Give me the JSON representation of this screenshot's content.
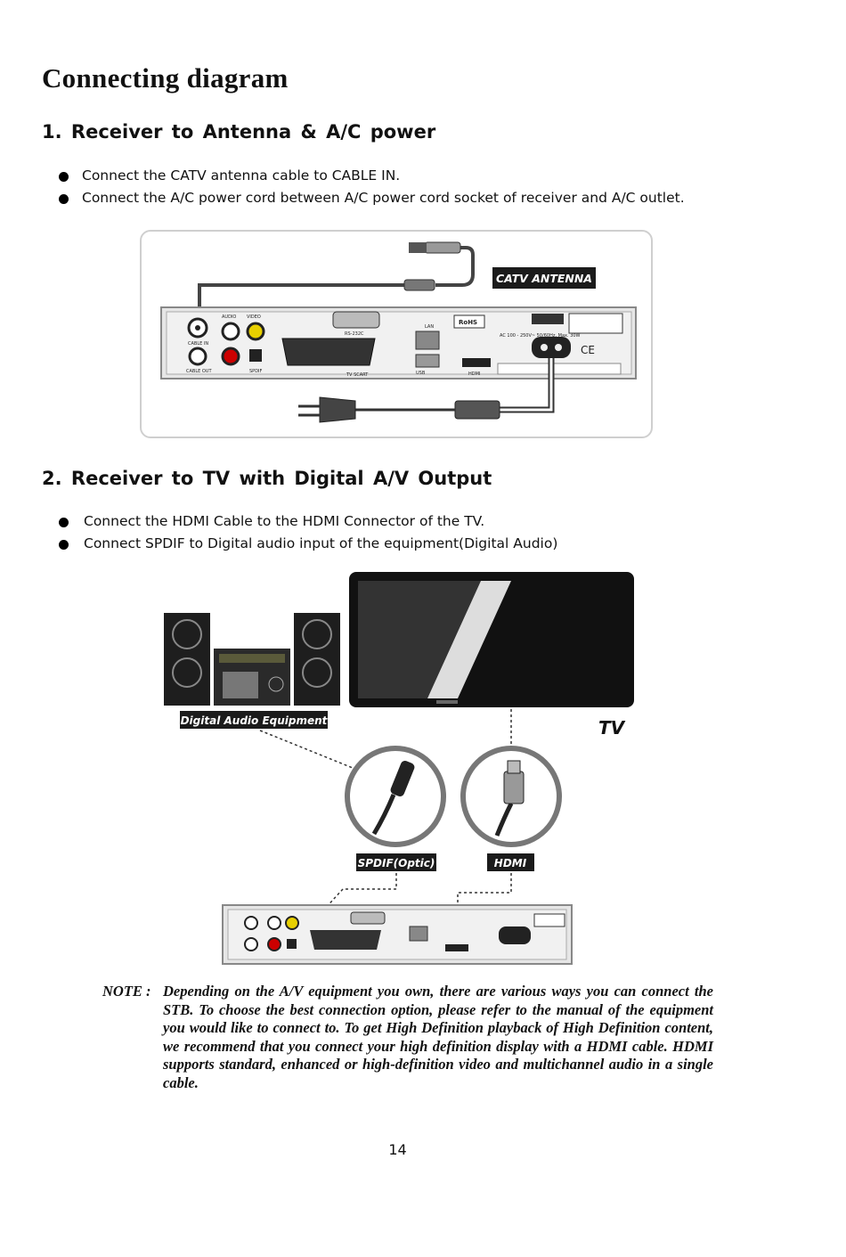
{
  "page": {
    "title": "Connecting  diagram",
    "page_number": "14"
  },
  "section1": {
    "heading": "1. Receiver  to  Antenna & A/C  power",
    "bullets": [
      "Connect the CATV antenna cable to CABLE IN.",
      "Connect the A/C power cord between A/C power cord socket of receiver and A/C outlet."
    ],
    "figure": {
      "antenna_label": "CATV ANTENNA",
      "panel_labels": {
        "audio": "AUDIO",
        "video": "VIDEO",
        "cable_in": "CABLE IN",
        "cable_out": "CABLE OUT",
        "spdif": "SPDIF",
        "rs232c": "RS-232C",
        "tv_scart": "TV SCART",
        "lan": "LAN",
        "usb": "USB",
        "hdmi": "HDMI",
        "rohs": "RoHS",
        "ac": "AC 100 - 250V~ 50/60Hz, Max. 30W",
        "ce": "CE"
      }
    }
  },
  "section2": {
    "heading": "2. Receiver  to  TV  with  Digital  A/V  Output",
    "bullets": [
      "Connect the HDMI Cable to the HDMI Connector of the TV.",
      "Connect SPDIF to Digital audio input of the equipment(Digital Audio)"
    ],
    "figure": {
      "audio_equipment_label": "Digital Audio Equipment",
      "tv_label": "TV",
      "spdif_label": "SPDIF(Optic)",
      "hdmi_label": "HDMI"
    }
  },
  "note": {
    "label": "NOTE :",
    "text": "Depending on the A/V equipment you own, there are various ways you can connect the STB. To choose the best connection option, please refer to the manual of the equipment you would like to connect to. To get High Definition playback of High Definition content, we recommend that you connect your high definition display with a HDMI cable. HDMI supports standard, enhanced or high-definition video and multichannel audio in a single cable."
  },
  "colors": {
    "text": "#111111",
    "label_bg": "#1b1b1b",
    "panel": "#e6e6e6",
    "frame_border": "#cfcfcf"
  }
}
